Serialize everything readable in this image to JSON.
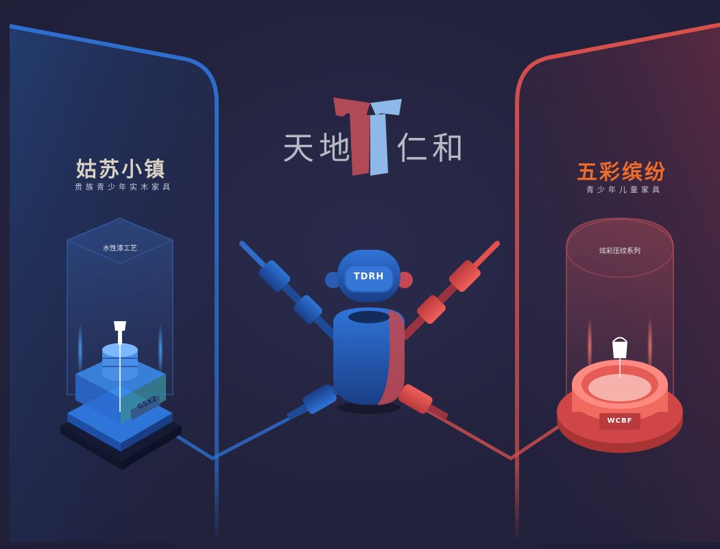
{
  "brand": {
    "chars": [
      "天",
      "地",
      "仁",
      "和"
    ],
    "logo_letter": "T"
  },
  "left_panel": {
    "title": "姑苏小镇",
    "subtitle": "贵族青少年实木家具",
    "feature_label": "水性漆工艺",
    "device_tag": "GSXZ"
  },
  "right_panel": {
    "title": "五彩缤纷",
    "subtitle": "青少年儿童家具",
    "feature_label": "炫彩压纹系列",
    "device_tag": "WCBF"
  },
  "robot": {
    "screen_label": "TDRH"
  },
  "colors": {
    "background": "#23233f",
    "blue_accent": "#2f74d8",
    "red_accent": "#e0504a",
    "left_title": "#d9d2c4",
    "right_title": "#ee6b2a"
  }
}
